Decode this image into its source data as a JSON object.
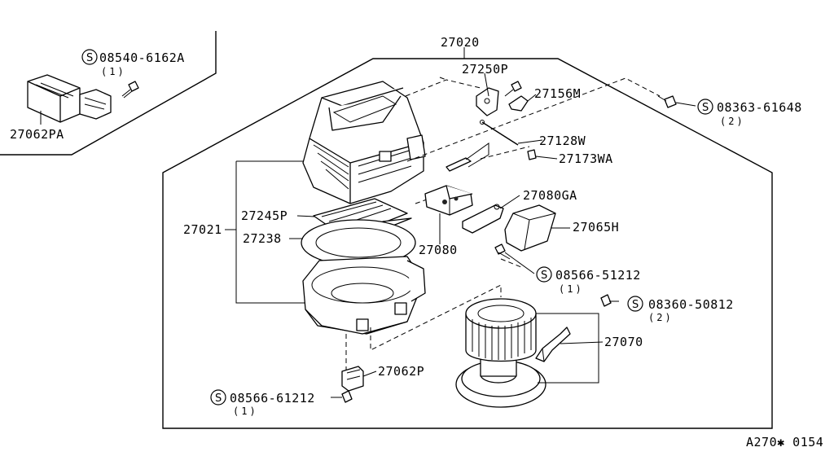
{
  "figure_code": "A270✱ 0154",
  "standard_symbol": "S",
  "parts": {
    "p27020": "27020",
    "p27250p": "27250P",
    "p27156m": "27156M",
    "p27128w": "27128W",
    "p27173wa": "27173WA",
    "p27080ga": "27080GA",
    "p27065h": "27065H",
    "p27080": "27080",
    "p27021": "27021",
    "p27245p": "27245P",
    "p27238": "27238",
    "p27070": "27070",
    "p27062p": "27062P",
    "p27062pa": "27062PA"
  },
  "fasteners": {
    "f1": {
      "number": "08540-6162A",
      "qty": "(1)"
    },
    "f2": {
      "number": "08363-61648",
      "qty": "(2)"
    },
    "f3": {
      "number": "08566-51212",
      "qty": "(1)"
    },
    "f4": {
      "number": "08360-50812",
      "qty": "(2)"
    },
    "f5": {
      "number": "08566-61212",
      "qty": "(1)"
    }
  }
}
